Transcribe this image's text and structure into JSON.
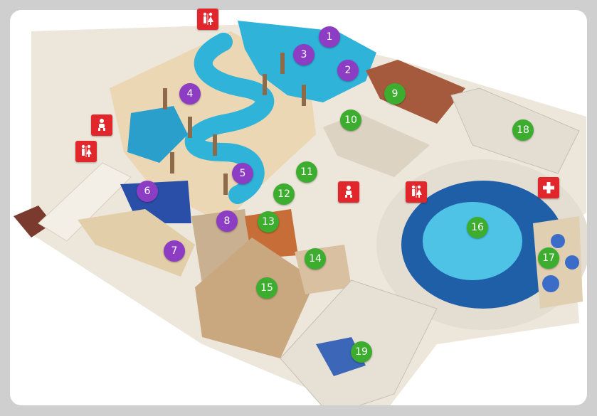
{
  "colors": {
    "frame": "#cfcfcf",
    "card": "#ffffff",
    "marker_purple": "#8d3cc4",
    "marker_green": "#3cad2e",
    "facility_red": "#e1262c",
    "pool_water": "#2fb3d9",
    "pool_deep": "#1f5fa8",
    "sand": "#ecd7b4",
    "wall": "#ede6da"
  },
  "markers": [
    {
      "label": "1",
      "color": "purple"
    },
    {
      "label": "2",
      "color": "purple"
    },
    {
      "label": "3",
      "color": "purple"
    },
    {
      "label": "4",
      "color": "purple"
    },
    {
      "label": "5",
      "color": "purple"
    },
    {
      "label": "6",
      "color": "purple"
    },
    {
      "label": "7",
      "color": "purple"
    },
    {
      "label": "8",
      "color": "purple"
    },
    {
      "label": "9",
      "color": "green"
    },
    {
      "label": "10",
      "color": "green"
    },
    {
      "label": "11",
      "color": "green"
    },
    {
      "label": "12",
      "color": "green"
    },
    {
      "label": "13",
      "color": "green"
    },
    {
      "label": "14",
      "color": "green"
    },
    {
      "label": "15",
      "color": "green"
    },
    {
      "label": "16",
      "color": "green"
    },
    {
      "label": "17",
      "color": "green"
    },
    {
      "label": "18",
      "color": "green"
    },
    {
      "label": "19",
      "color": "green"
    }
  ],
  "facilities": [
    {
      "type": "restroom",
      "icon": "restroom-icon"
    },
    {
      "type": "baby-care",
      "icon": "baby-care-icon"
    },
    {
      "type": "restroom",
      "icon": "restroom-icon"
    },
    {
      "type": "baby-care",
      "icon": "baby-care-icon"
    },
    {
      "type": "restroom",
      "icon": "restroom-icon"
    },
    {
      "type": "first-aid",
      "icon": "first-aid-icon"
    }
  ]
}
